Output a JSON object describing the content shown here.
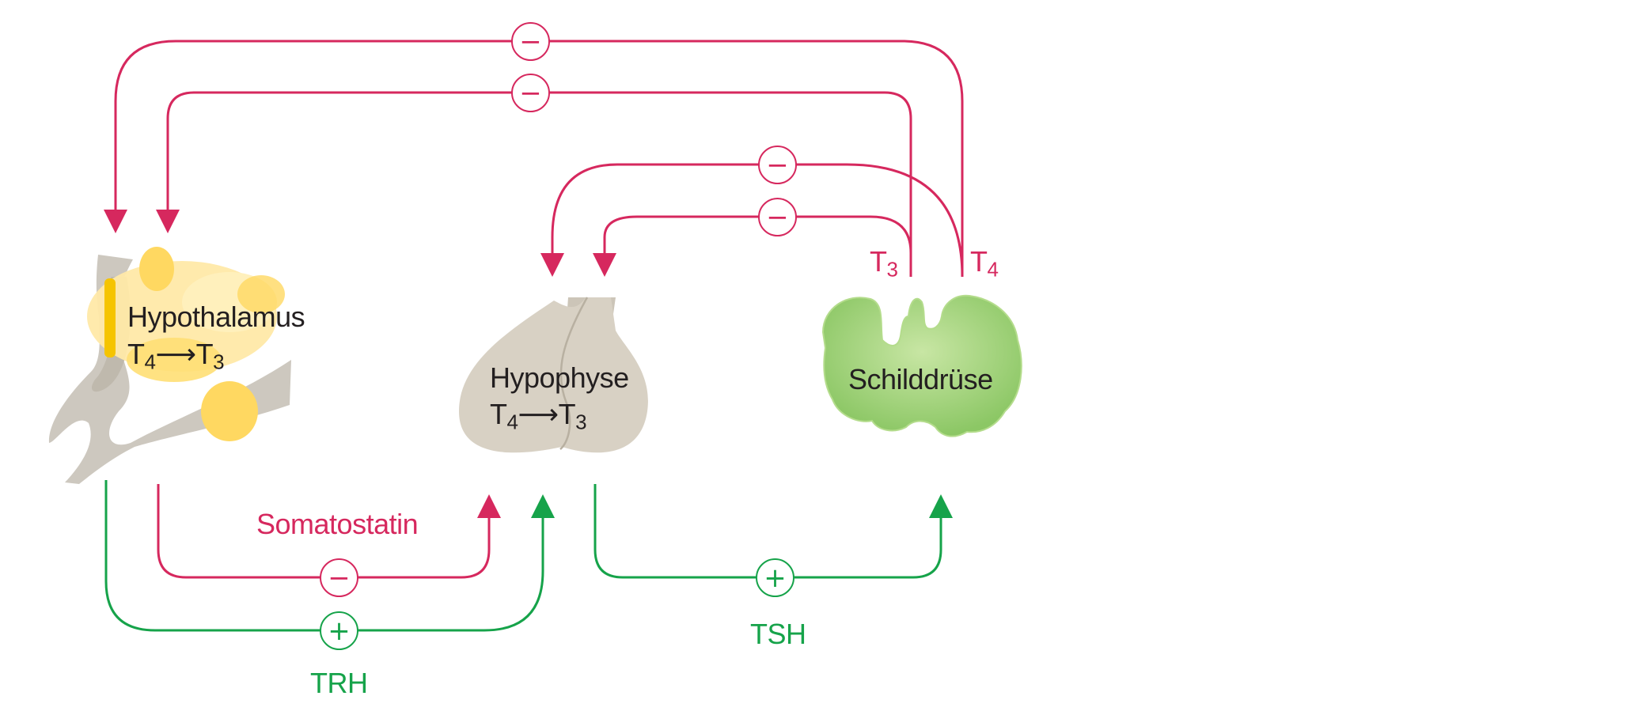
{
  "organs": {
    "hypothalamus": {
      "name": "Hypothalamus",
      "t_letter": "T",
      "t4_sub": "4",
      "arrow": "⟶",
      "t3_sub": "3"
    },
    "hypophyse": {
      "name": "Hypophyse",
      "t_letter": "T",
      "t4_sub": "4",
      "arrow": "⟶",
      "t3_sub": "3"
    },
    "schilddruese": {
      "name": "Schilddrüse"
    }
  },
  "hormones": {
    "t3": {
      "letter": "T",
      "sub": "3"
    },
    "t4": {
      "letter": "T",
      "sub": "4"
    },
    "somatostatin": "Somatostatin",
    "trh": "TRH",
    "tsh": "TSH"
  },
  "signs": {
    "negative": "−",
    "positive": "+"
  },
  "colors": {
    "inhibitory": "#d6285e",
    "stimulatory": "#16a34a",
    "hypothalamus_fill": "#ffe082",
    "hypophyse_fill": "#d8d1c4",
    "thyroid_fill": "#a8d67e",
    "brain_gray": "#cdc8bf"
  }
}
